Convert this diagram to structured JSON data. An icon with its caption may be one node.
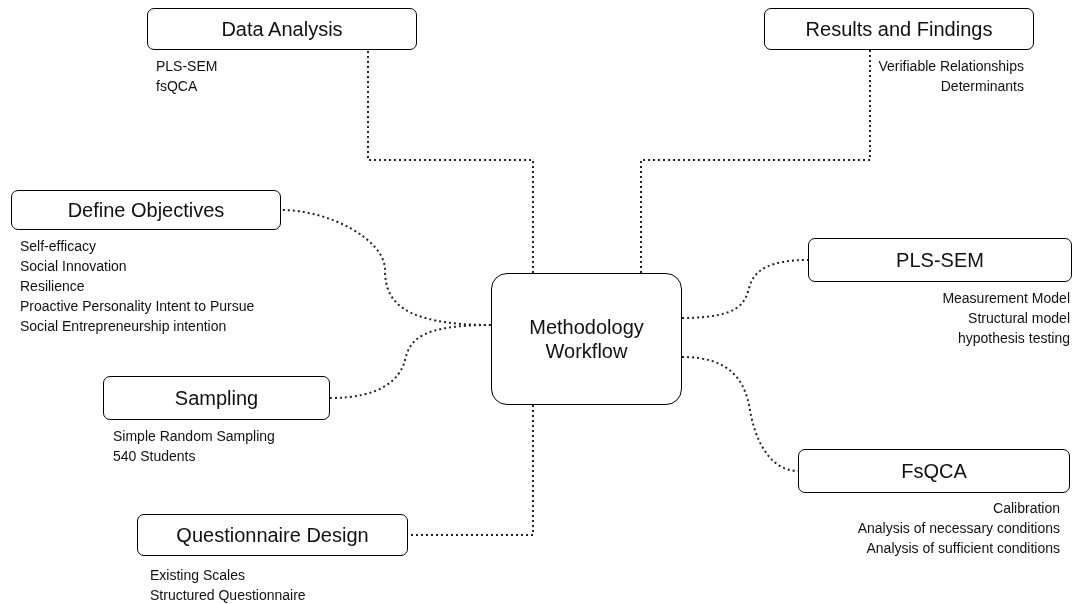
{
  "diagram": {
    "nodes": [
      {
        "text": [
          "Methodology Workflow"
        ]
      },
      {
        "text": [
          "Data Analysis"
        ],
        "beside": [
          "PLS-SEM",
          "fsQCA"
        ]
      },
      {
        "text": [
          "Results and Findings"
        ],
        "beside": [
          "Verifiable Relationships",
          "Determinants"
        ]
      },
      {
        "text": [
          "Define Objectives"
        ],
        "beside": [
          "Self-efficacy",
          "Social Innovation",
          "Resilience",
          "Proactive Personality Intent to Pursue",
          "Social Entrepreneurship intention"
        ]
      },
      {
        "text": [
          "PLS-SEM"
        ],
        "beside": [
          "Measurement Model",
          "Structural model",
          "hypothesis testing"
        ]
      },
      {
        "text": [
          "Sampling"
        ],
        "beside": [
          "Simple Random Sampling",
          "540 Students"
        ]
      },
      {
        "text": [
          "FsQCA"
        ],
        "beside": [
          "Calibration",
          "Analysis of necessary conditions",
          "Analysis of sufficient conditions"
        ]
      },
      {
        "text": [
          "Questionnaire Design"
        ],
        "beside": [
          "Existing Scales",
          "Structured Questionnaire"
        ]
      }
    ],
    "edges": [
      {
        "from": 0,
        "to": 1,
        "arrow": "none"
      },
      {
        "from": 0,
        "to": 2,
        "arrow": "none"
      },
      {
        "from": 0,
        "to": 3,
        "arrow": "none"
      },
      {
        "from": 0,
        "to": 4,
        "arrow": "none"
      },
      {
        "from": 0,
        "to": 5,
        "arrow": "none"
      },
      {
        "from": 0,
        "to": 6,
        "arrow": "none"
      },
      {
        "from": 0,
        "to": 7,
        "arrow": "none"
      }
    ]
  }
}
